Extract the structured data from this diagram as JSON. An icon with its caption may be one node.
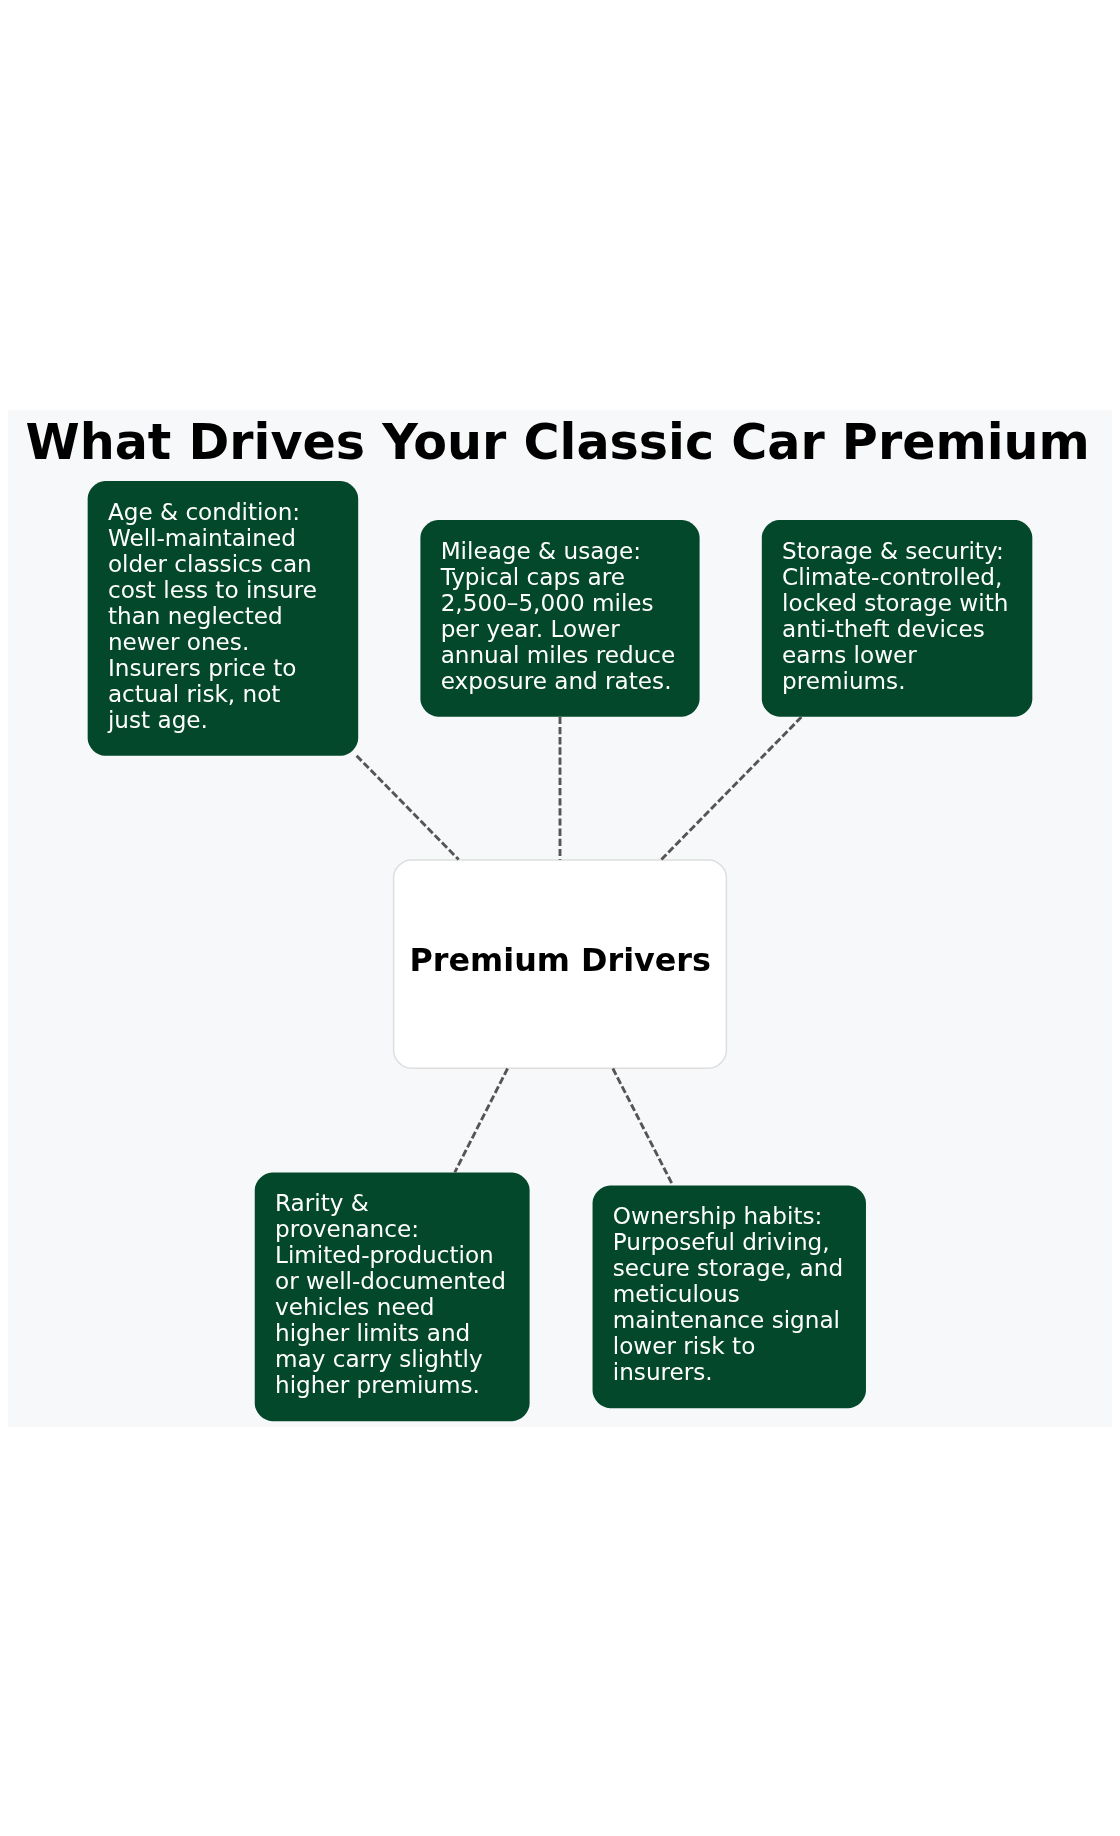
{
  "diagram": {
    "title": "What Drives Your Classic Car Premium",
    "nodes": [
      {
        "text": [
          "Age & condition: Well-maintained older classics can cost less to insure than neglected newer ones. Insurers price to actual risk, not just age."
        ]
      },
      {
        "text": [
          "Mileage & usage: Typical caps are 2,500–5,000 miles per year. Lower annual miles reduce exposure and rates."
        ]
      },
      {
        "text": [
          "Storage & security: Climate-controlled, locked storage with anti-theft devices earns lower premiums."
        ]
      },
      {
        "text": [
          "Premium Drivers"
        ]
      },
      {
        "text": [
          "Rarity & provenance: Limited-production or well-documented vehicles need higher limits and may carry slightly higher premiums."
        ]
      },
      {
        "text": [
          "Ownership habits: Purposeful driving, secure storage, and meticulous maintenance signal lower risk to insurers."
        ]
      }
    ],
    "edges": [
      {
        "from": 0,
        "to": 3,
        "arrow": "none",
        "style": "dashed"
      },
      {
        "from": 1,
        "to": 3,
        "arrow": "none",
        "style": "dashed"
      },
      {
        "from": 2,
        "to": 3,
        "arrow": "none",
        "style": "dashed"
      },
      {
        "from": 3,
        "to": 4,
        "arrow": "none",
        "style": "dashed"
      },
      {
        "from": 3,
        "to": 5,
        "arrow": "none",
        "style": "dashed"
      }
    ]
  }
}
